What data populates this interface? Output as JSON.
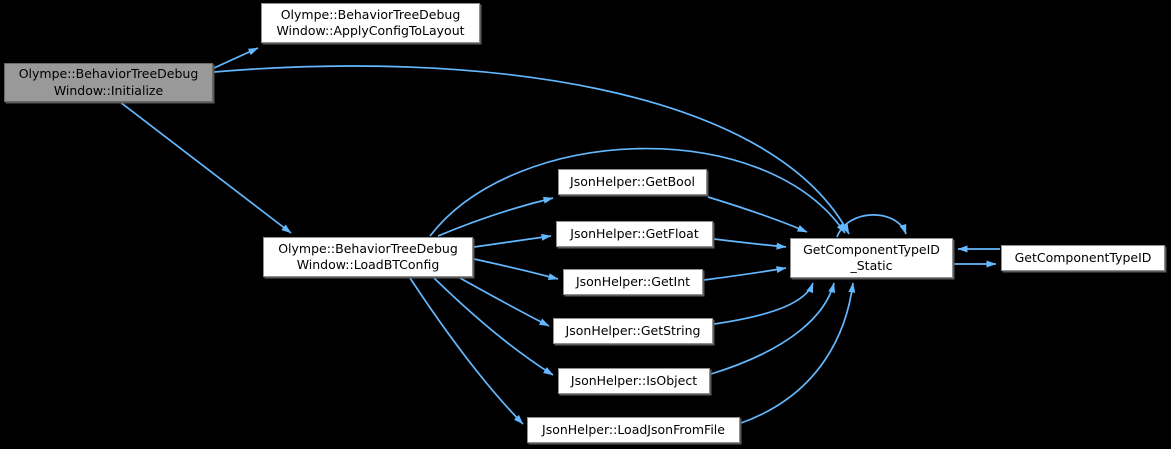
{
  "diagram": {
    "type": "call-graph",
    "colors": {
      "background": "#000000",
      "edge_color": "#63B8FF",
      "node_fill": "#FFFFFF",
      "selected_node_fill": "#999999"
    },
    "nodes": {
      "initialize": {
        "label": "Olympe::BehaviorTreeDebug\nWindow::Initialize",
        "selected": true
      },
      "apply_config_to_layout": {
        "label": "Olympe::BehaviorTreeDebug\nWindow::ApplyConfigToLayout"
      },
      "load_bt_config": {
        "label": "Olympe::BehaviorTreeDebug\nWindow::LoadBTConfig"
      },
      "get_bool": {
        "label": "JsonHelper::GetBool"
      },
      "get_float": {
        "label": "JsonHelper::GetFloat"
      },
      "get_int": {
        "label": "JsonHelper::GetInt"
      },
      "get_string": {
        "label": "JsonHelper::GetString"
      },
      "is_object": {
        "label": "JsonHelper::IsObject"
      },
      "load_json_from_file": {
        "label": "JsonHelper::LoadJsonFromFile"
      },
      "get_component_type_id_static": {
        "label": "GetComponentTypeID\n_Static"
      },
      "get_component_type_id": {
        "label": "GetComponentTypeID"
      }
    },
    "edges": [
      {
        "from": "initialize",
        "to": "apply_config_to_layout"
      },
      {
        "from": "initialize",
        "to": "load_bt_config"
      },
      {
        "from": "initialize",
        "to": "get_component_type_id_static"
      },
      {
        "from": "load_bt_config",
        "to": "get_bool"
      },
      {
        "from": "load_bt_config",
        "to": "get_float"
      },
      {
        "from": "load_bt_config",
        "to": "get_int"
      },
      {
        "from": "load_bt_config",
        "to": "get_string"
      },
      {
        "from": "load_bt_config",
        "to": "is_object"
      },
      {
        "from": "load_bt_config",
        "to": "load_json_from_file"
      },
      {
        "from": "load_bt_config",
        "to": "get_component_type_id_static"
      },
      {
        "from": "get_bool",
        "to": "get_component_type_id_static"
      },
      {
        "from": "get_float",
        "to": "get_component_type_id_static"
      },
      {
        "from": "get_int",
        "to": "get_component_type_id_static"
      },
      {
        "from": "get_string",
        "to": "get_component_type_id_static"
      },
      {
        "from": "is_object",
        "to": "get_component_type_id_static"
      },
      {
        "from": "load_json_from_file",
        "to": "get_component_type_id_static"
      },
      {
        "from": "get_component_type_id_static",
        "to": "get_component_type_id_static"
      },
      {
        "from": "get_component_type_id",
        "to": "get_component_type_id_static"
      },
      {
        "from": "get_component_type_id_static",
        "to": "get_component_type_id"
      }
    ]
  }
}
